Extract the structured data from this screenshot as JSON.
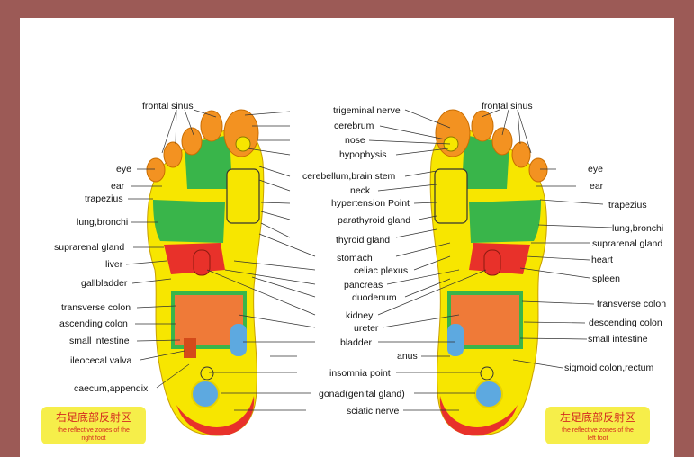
{
  "labels_center": [
    "trigeminal nerve",
    "cerebrum",
    "nose",
    "hypophysis",
    "cerebellum,brain stem",
    "neck",
    "hypertension Point",
    "parathyroid gland",
    "thyroid gland",
    "stomach",
    "celiac plexus",
    "pancreas",
    "duodenum",
    "kidney",
    "ureter",
    "bladder",
    "anus",
    "insomnia point",
    "gonad(genital gland)",
    "sciatic nerve"
  ],
  "labels_right_foot": [
    "frontal sinus",
    "eye",
    "ear",
    "trapezius",
    "lung,bronchi",
    "suprarenal gland",
    "liver",
    "gallbladder",
    "transverse colon",
    "ascending colon",
    "small intestine",
    "ileocecal valva",
    "caecum,appendix"
  ],
  "labels_left_foot": [
    "frontal sinus",
    "eye",
    "ear",
    "trapezius",
    "lung,bronchi",
    "suprarenal gland",
    "heart",
    "spleen",
    "transverse colon",
    "descending colon",
    "small intestine",
    "sigmoid colon,rectum"
  ],
  "captions": {
    "right": {
      "zh": "右足底部反射区",
      "en1": "the reflective zones of the",
      "en2": "right foot"
    },
    "left": {
      "zh": "左足底部反射区",
      "en1": "the reflective zones of the",
      "en2": "left foot"
    }
  },
  "colors": {
    "frame": "#9c5a56",
    "foot_base": "#f7e600",
    "green": "#39b54a",
    "red": "#e8312a",
    "orange": "#f39221",
    "caption_bg": "#f6ee4a",
    "caption_text": "#d42a1f"
  }
}
